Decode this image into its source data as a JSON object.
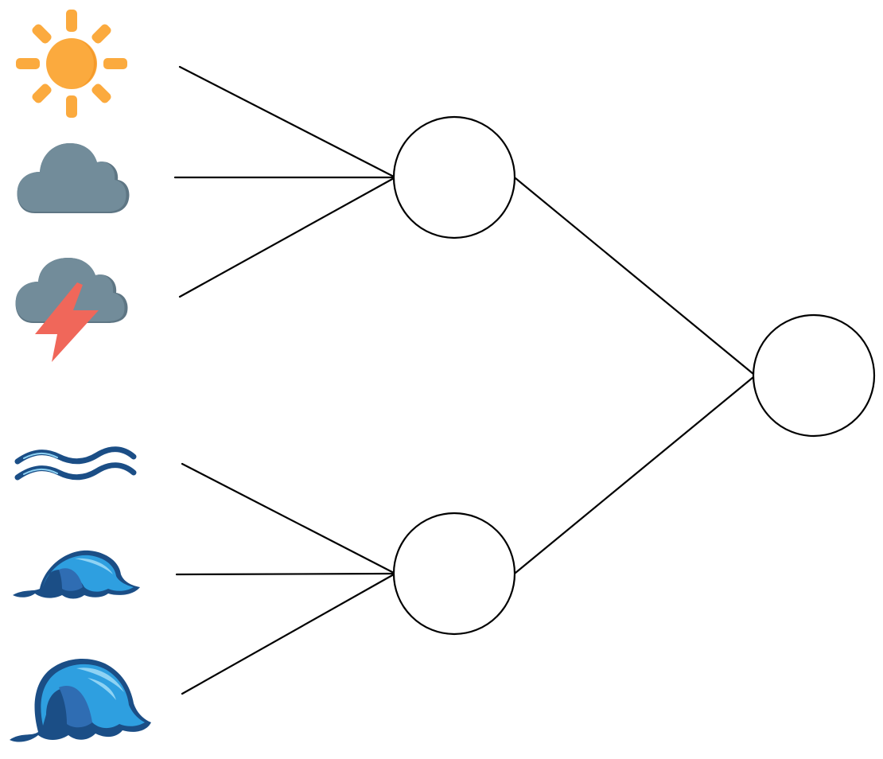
{
  "diagram": {
    "kind": "tree",
    "colors": {
      "line": "#000000",
      "node_fill": "#ffffff",
      "node_stroke": "#000000",
      "sun": "#FBAA3E",
      "sun_shade": "#F28F1E",
      "cloud": "#728C9A",
      "cloud_shade": "#5E7684",
      "bolt": "#F0675A",
      "wave_dark": "#1B4E86",
      "wave_mid": "#2F6DB3",
      "wave_light": "#2E9FE0",
      "wave_highlight": "#8FD3F4"
    },
    "inputs": [
      {
        "icon": "sun-icon",
        "group": 0
      },
      {
        "icon": "cloud-icon",
        "group": 0
      },
      {
        "icon": "storm-cloud-icon",
        "group": 0
      },
      {
        "icon": "ripple-waves-icon",
        "group": 1
      },
      {
        "icon": "medium-wave-icon",
        "group": 1
      },
      {
        "icon": "large-wave-icon",
        "group": 1
      }
    ],
    "hidden_nodes": [
      {
        "name": "hidden-node-top"
      },
      {
        "name": "hidden-node-bottom"
      }
    ],
    "output_node": {
      "name": "output-node"
    }
  }
}
